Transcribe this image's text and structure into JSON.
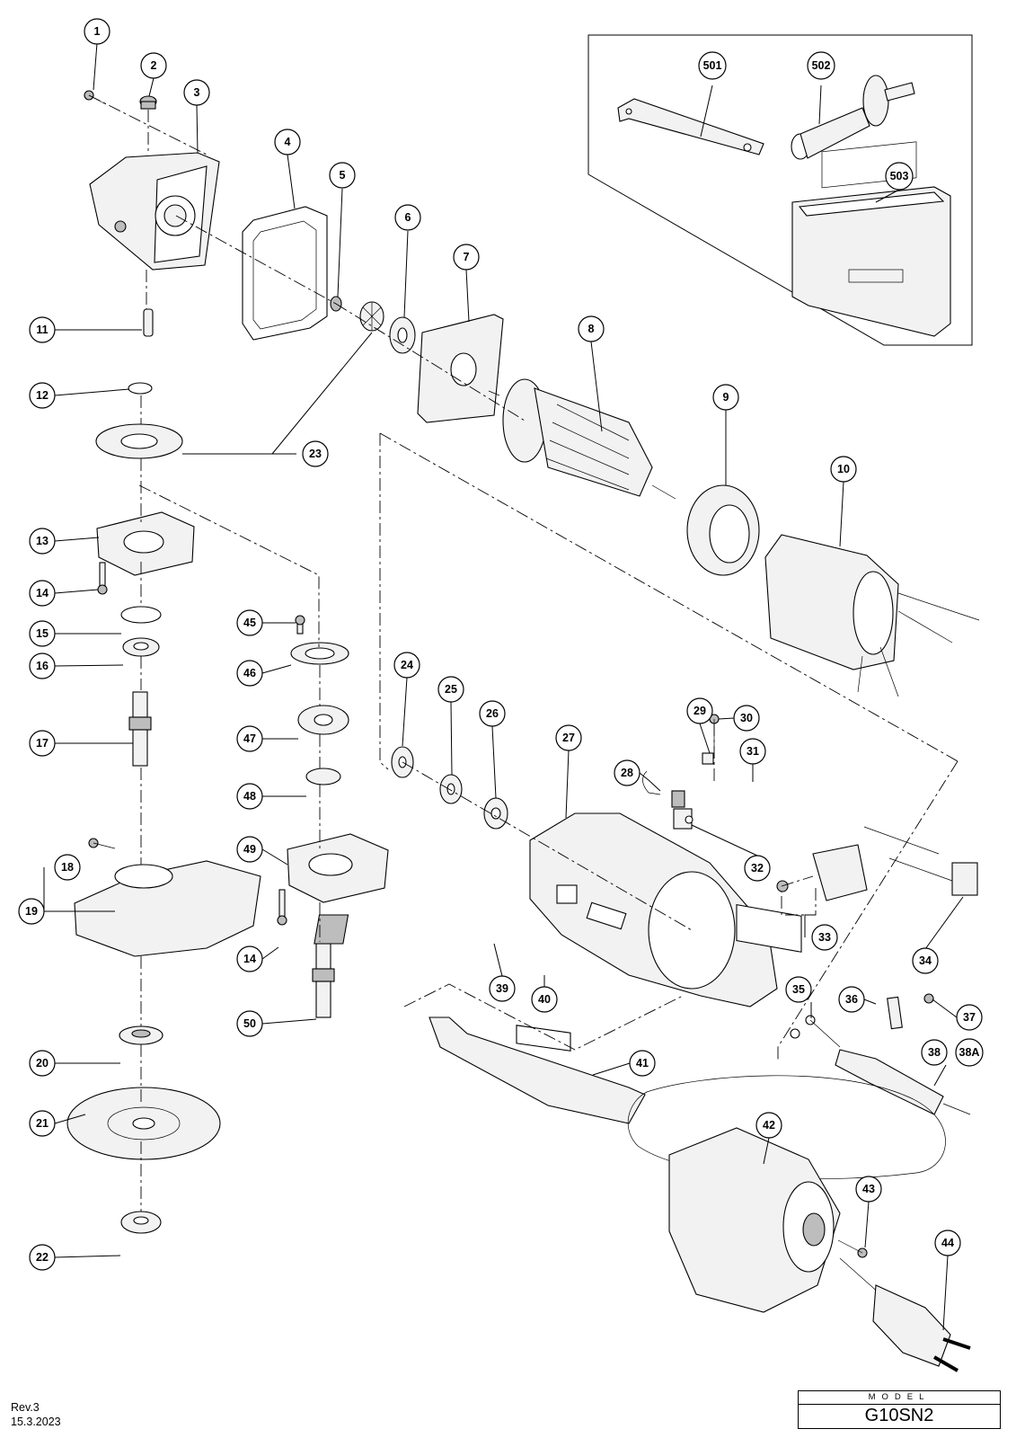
{
  "callouts": [
    "1",
    "2",
    "3",
    "4",
    "5",
    "6",
    "7",
    "8",
    "9",
    "10",
    "11",
    "12",
    "13",
    "14",
    "15",
    "16",
    "17",
    "18",
    "19",
    "20",
    "21",
    "22",
    "23",
    "24",
    "25",
    "26",
    "27",
    "28",
    "29",
    "30",
    "31",
    "32",
    "33",
    "34",
    "35",
    "36",
    "37",
    "38",
    "38A",
    "39",
    "40",
    "41",
    "42",
    "43",
    "44",
    "45",
    "46",
    "47",
    "48",
    "49",
    "50",
    "501",
    "502",
    "503"
  ],
  "footer": {
    "revision": "Rev.3",
    "date": "15.3.2023"
  },
  "model": {
    "label": "MODEL",
    "value": "G10SN2"
  }
}
